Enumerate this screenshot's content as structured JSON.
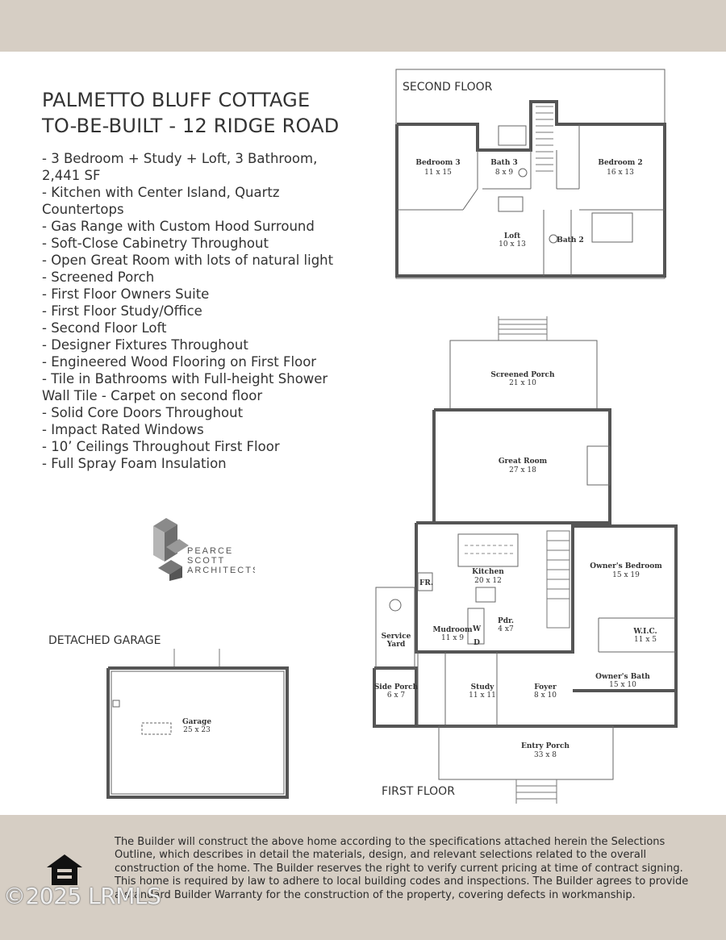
{
  "header": {
    "title_line1": "PALMETTO BLUFF COTTAGE",
    "title_line2": "TO-BE-BUILT - 12 RIDGE ROAD"
  },
  "features": [
    "- 3 Bedroom + Study + Loft, 3 Bathroom, 2,441 SF",
    "- Kitchen with Center Island, Quartz Countertops",
    "- Gas Range with Custom Hood Surround",
    "- Soft-Close Cabinetry Throughout",
    "- Open Great Room with lots of natural light",
    "- Screened Porch",
    "- First Floor Owners Suite",
    "- First Floor Study/Office",
    "- Second Floor Loft",
    "- Designer Fixtures Throughout",
    "- Engineered Wood Flooring on First Floor",
    "- Tile in Bathrooms with Full-height Shower Wall Tile - Carpet on second floor",
    "- Solid Core Doors Throughout",
    "- Impact Rated Windows",
    "- 10’ Ceilings Throughout First Floor",
    "- Full Spray Foam Insulation"
  ],
  "logo": {
    "line1": "PEARCE",
    "line2": "SCOTT",
    "line3": "ARCHITECTS"
  },
  "labels": {
    "second_floor": "SECOND FLOOR",
    "first_floor": "FIRST FLOOR",
    "detached_garage": "DETACHED GARAGE"
  },
  "second_floor_rooms": {
    "bedroom3": {
      "name": "Bedroom 3",
      "size": "11 x 15"
    },
    "bath3": {
      "name": "Bath 3",
      "size": "8 x 9"
    },
    "bedroom2": {
      "name": "Bedroom 2",
      "size": "16 x 13"
    },
    "loft": {
      "name": "Loft",
      "size": "10 x 13"
    },
    "bath2": {
      "name": "Bath 2"
    }
  },
  "first_floor_rooms": {
    "screened_porch": {
      "name": "Screened Porch",
      "size": "21 x 10"
    },
    "great_room": {
      "name": "Great Room",
      "size": "27 x 18"
    },
    "owners_bedroom": {
      "name": "Owner's Bedroom",
      "size": "15 x 19"
    },
    "kitchen": {
      "name": "Kitchen",
      "size": "20 x 12"
    },
    "fridge": "FR.",
    "service_yard": {
      "name": "Service",
      "size": "Yard"
    },
    "mudroom": {
      "name": "Mudroom",
      "size": "11 x 9"
    },
    "washer": "W",
    "dryer": "D",
    "powder": {
      "name": "Pdr.",
      "size": "4 x7"
    },
    "wic": {
      "name": "W.I.C.",
      "size": "11 x 5"
    },
    "owners_bath": {
      "name": "Owner's Bath",
      "size": "15 x 10"
    },
    "side_porch": {
      "name": "Side Porch",
      "size": "6 x 7"
    },
    "study": {
      "name": "Study",
      "size": "11 x 11"
    },
    "foyer": {
      "name": "Foyer",
      "size": "8 x 10"
    },
    "entry_porch": {
      "name": "Entry Porch",
      "size": "33 x 8"
    }
  },
  "garage": {
    "name": "Garage",
    "size": "25 x 23"
  },
  "disclaimer": "The Builder will construct the above home according to the specifications attached herein the Selections Outline, which describes in detail the materials, design, and relevant selections related to the overall construction of the home. The Builder reserves the right to verify current pricing at time of contract signing. This home is required by law to adhere to local building codes and inspections. The Builder agrees to provide a standard Builder Warranty for the construction of the property, covering defects in workmanship.",
  "watermark": "©2025 LRMLS",
  "colors": {
    "band": "#d6cec4",
    "text": "#2b2b2b"
  }
}
